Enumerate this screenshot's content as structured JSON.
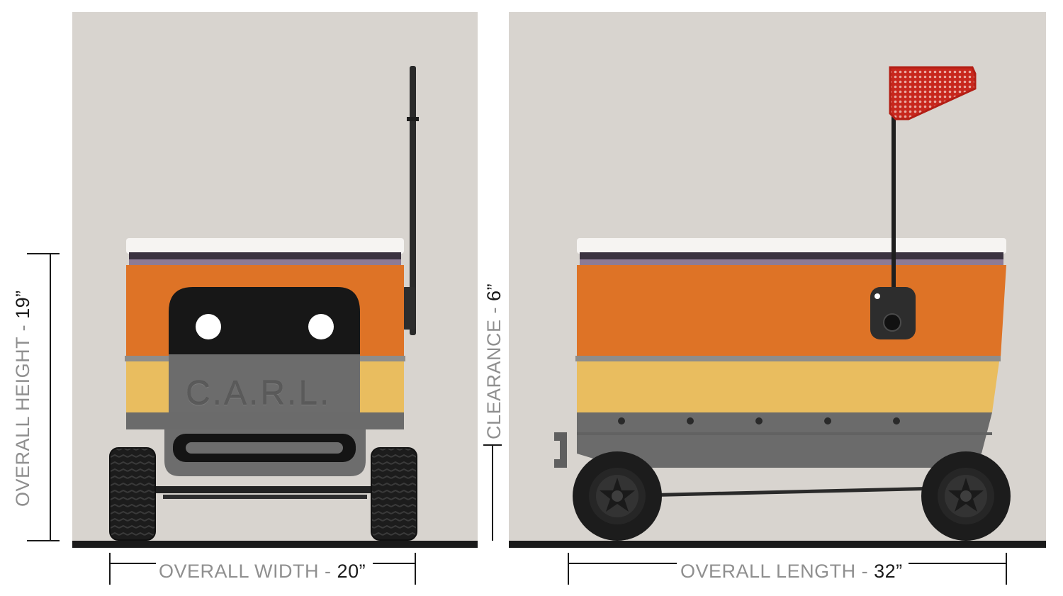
{
  "views": {
    "front": {
      "badge_text": "C.A.R.L."
    },
    "side": {}
  },
  "dimensions": {
    "height": {
      "label": "OVERALL HEIGHT",
      "separator": " - ",
      "value": "19”"
    },
    "width": {
      "label": "OVERALL WIDTH",
      "separator": " - ",
      "value": "20”"
    },
    "clearance": {
      "label": "CLEARANCE",
      "separator": " - ",
      "value": "6”"
    },
    "length": {
      "label": "OVERALL LENGTH",
      "separator": " - ",
      "value": "32”"
    }
  },
  "colors": {
    "background_panel": "#d8d4cf",
    "orange": "#de7326",
    "yellow": "#e9bd5f",
    "lid": "#f6f4f2",
    "chassis": "#707070",
    "tire": "#1c1c1c",
    "flag": "#c8271d",
    "ground": "#1a1a1a"
  }
}
